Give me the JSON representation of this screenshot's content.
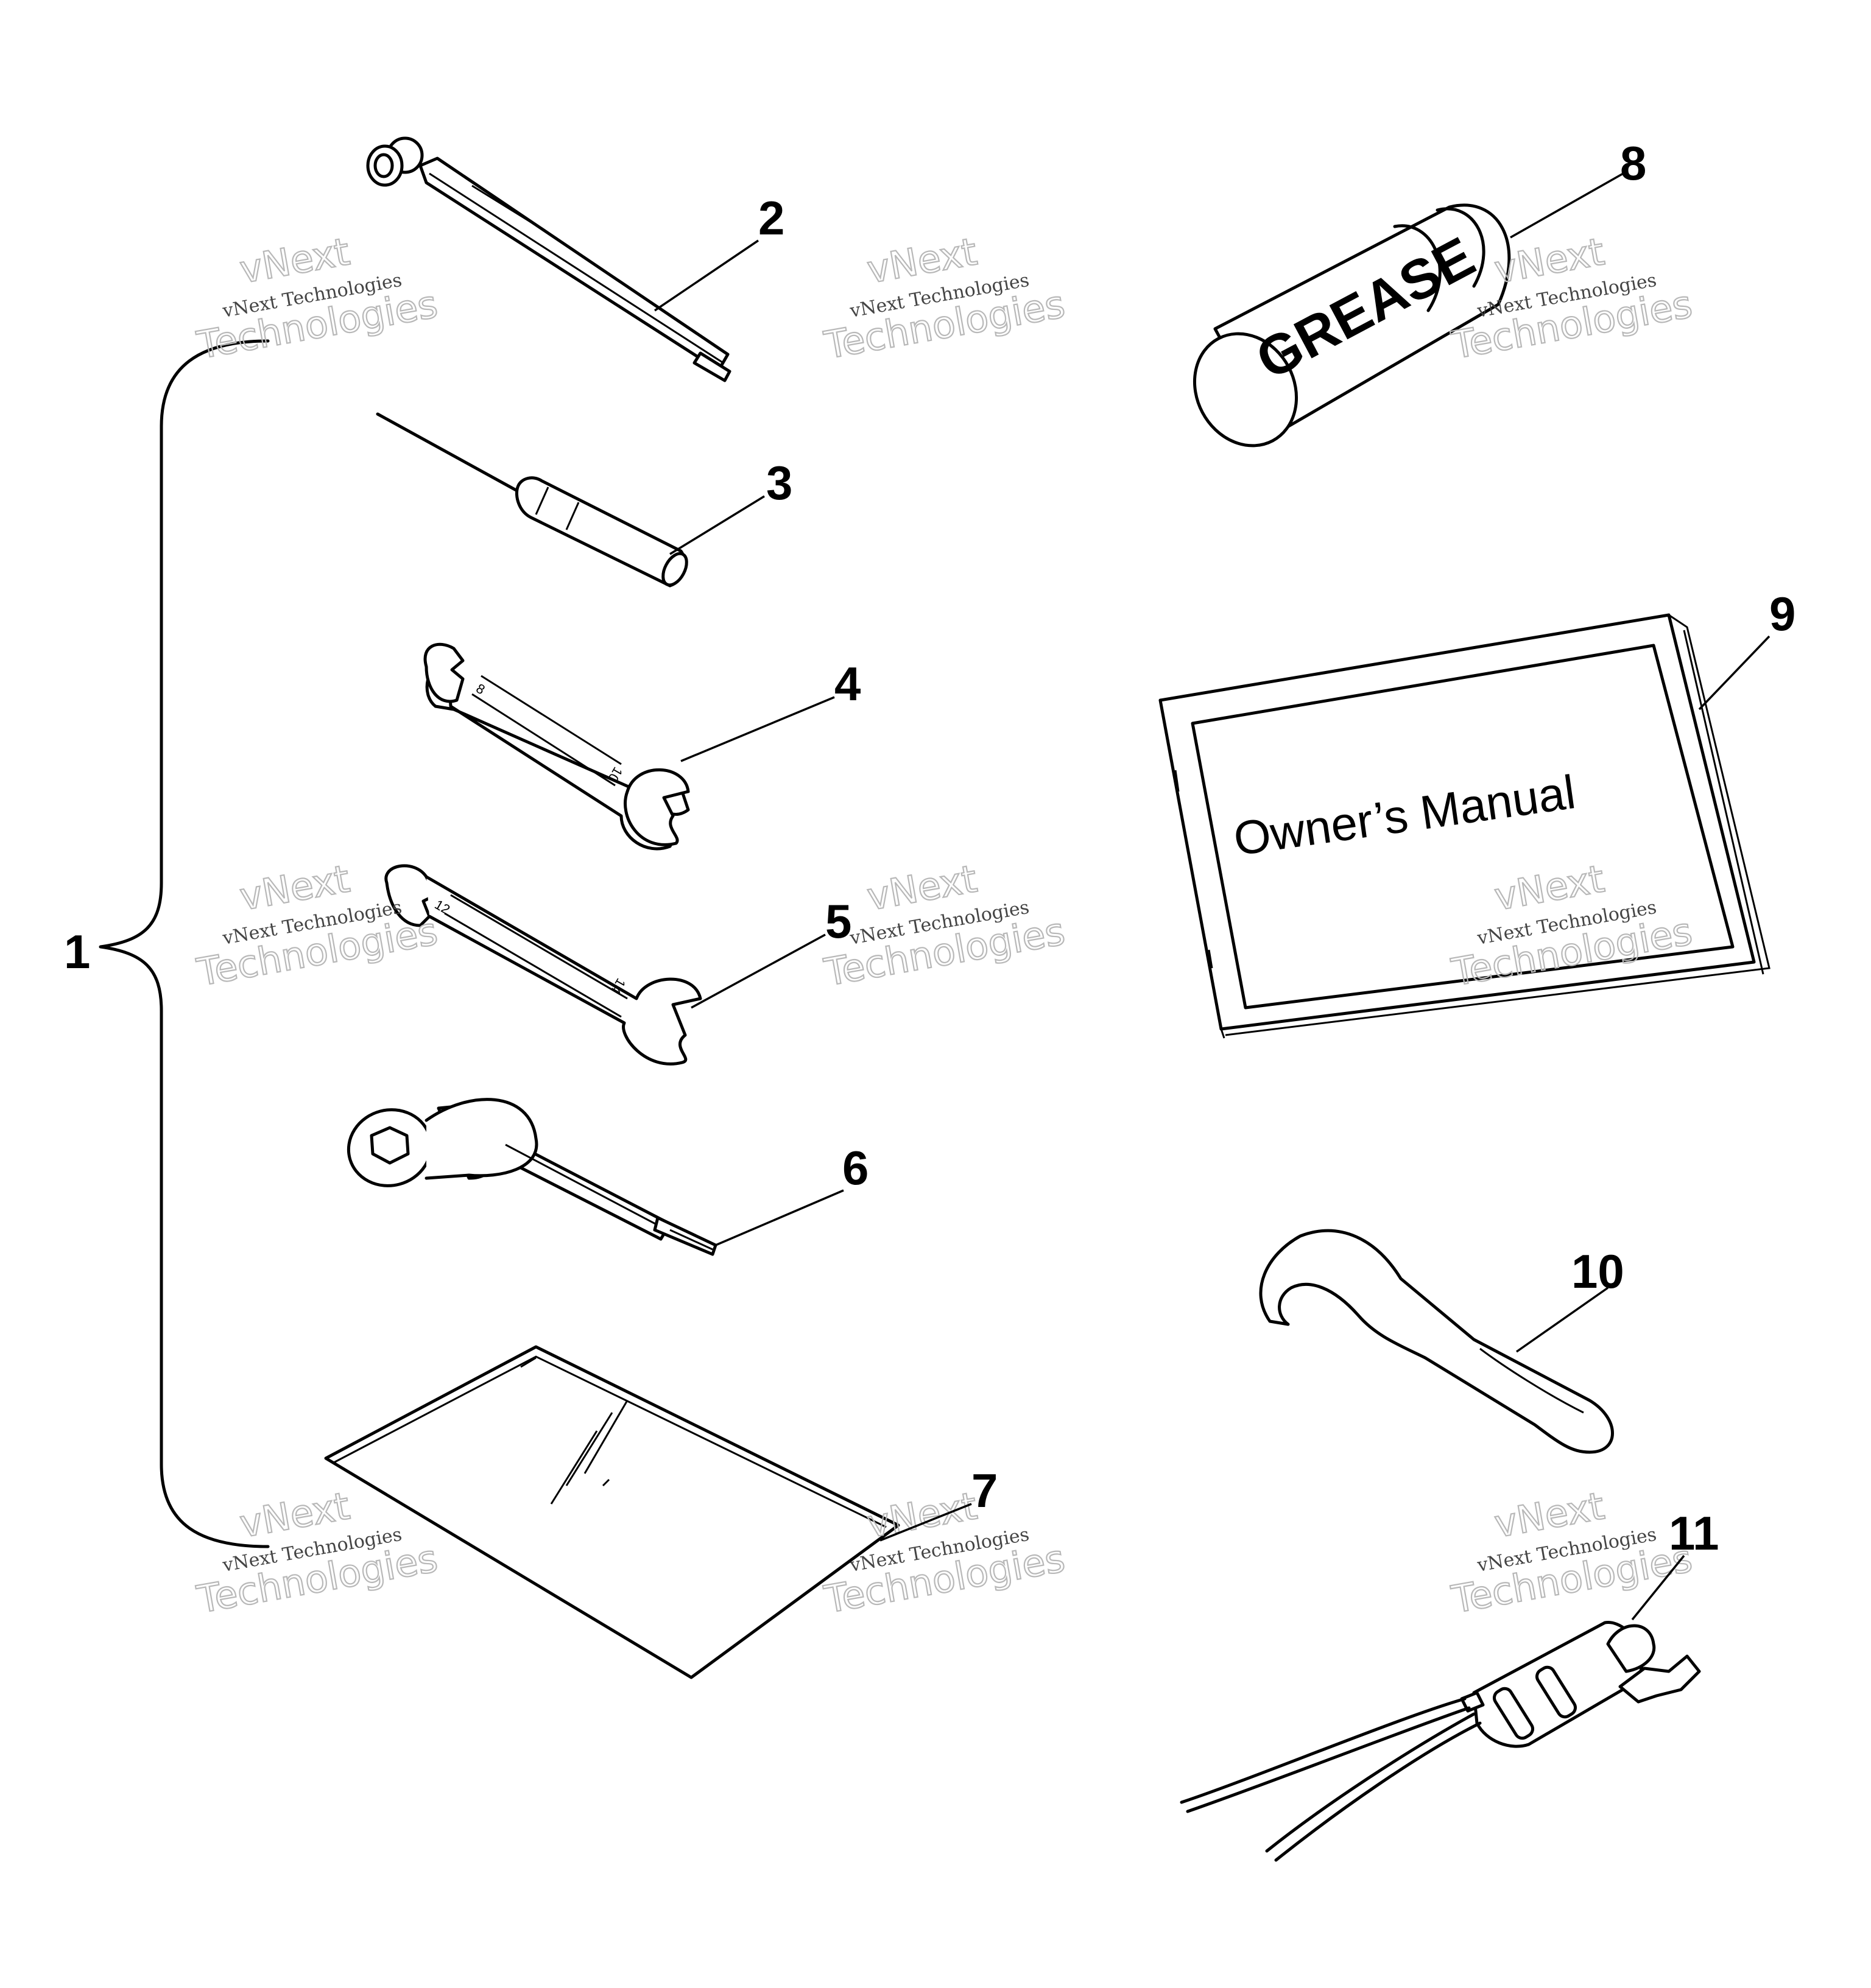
{
  "callouts": [
    {
      "label": "1"
    },
    {
      "label": "2"
    },
    {
      "label": "3"
    },
    {
      "label": "4"
    },
    {
      "label": "5"
    },
    {
      "label": "6"
    },
    {
      "label": "7"
    },
    {
      "label": "8"
    },
    {
      "label": "9"
    },
    {
      "label": "10"
    },
    {
      "label": "11"
    }
  ],
  "grease_label": "GREASE",
  "manual_label": "Owner’s Manual",
  "watermark": {
    "line1": "vNext",
    "line2": "vNext Technologies",
    "line3": "Technologies"
  },
  "wrench_markings": {
    "small_upper": "8",
    "small_lower": "10",
    "large_upper": "12",
    "large_lower": "14"
  }
}
